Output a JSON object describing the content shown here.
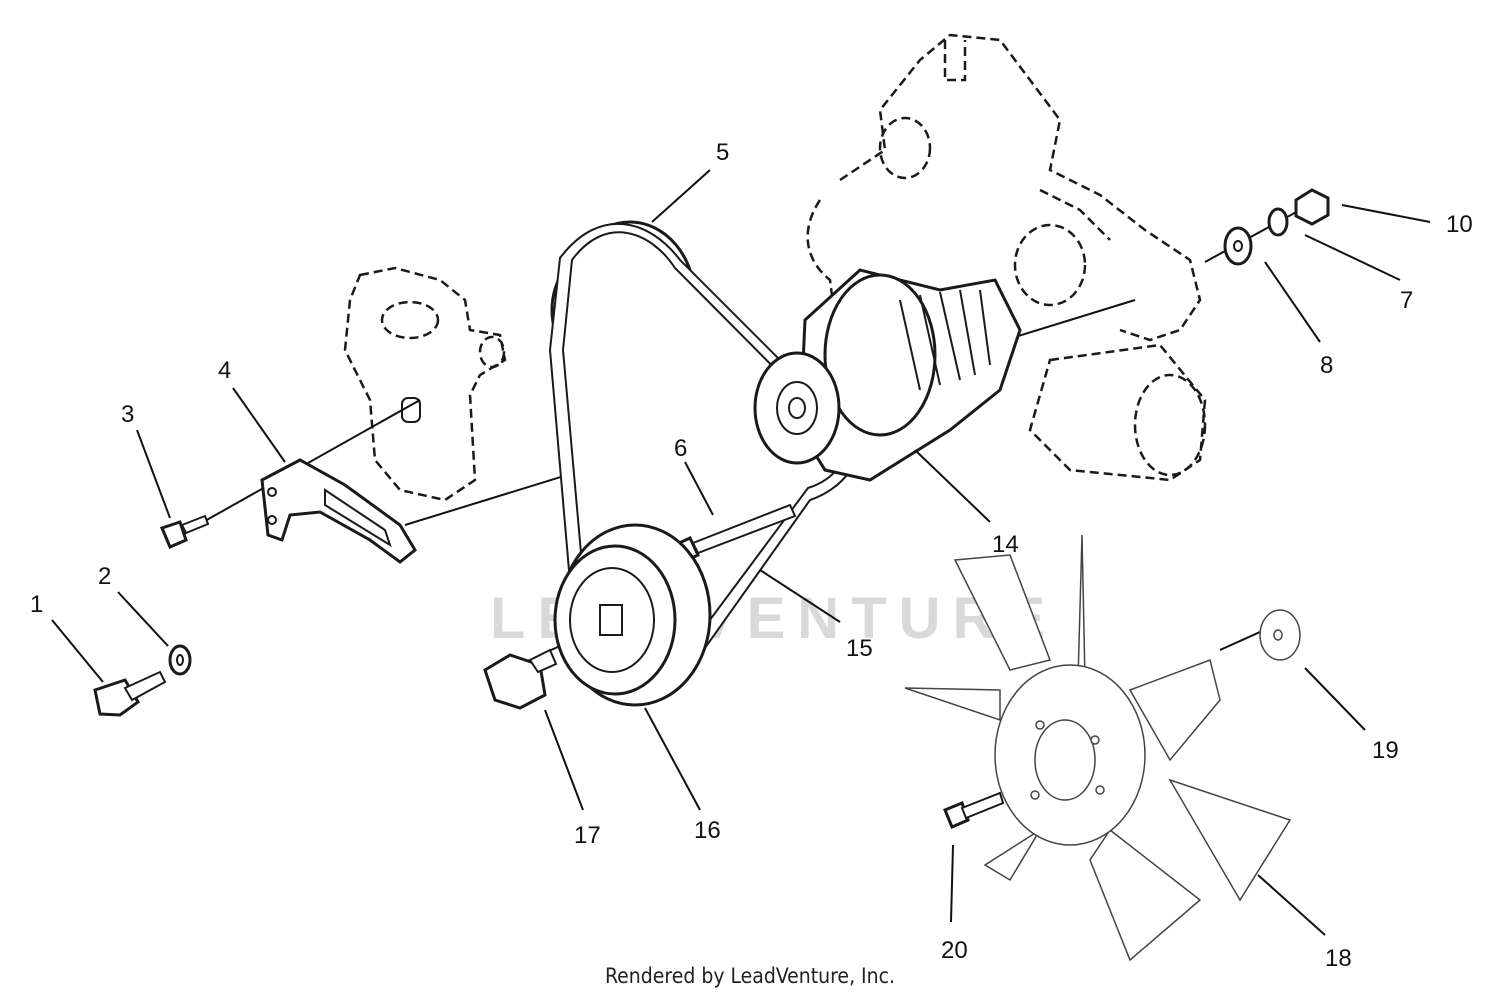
{
  "watermark": {
    "text": "LEADVENTURE",
    "mark_color": "#e6e6e6",
    "text_color": "#d9d9d9"
  },
  "callouts": [
    {
      "id": "1",
      "label": "1"
    },
    {
      "id": "2",
      "label": "2"
    },
    {
      "id": "3",
      "label": "3"
    },
    {
      "id": "4",
      "label": "4"
    },
    {
      "id": "5",
      "label": "5"
    },
    {
      "id": "6",
      "label": "6"
    },
    {
      "id": "7",
      "label": "7"
    },
    {
      "id": "8",
      "label": "8"
    },
    {
      "id": "10",
      "label": "10"
    },
    {
      "id": "14",
      "label": "14"
    },
    {
      "id": "15",
      "label": "15"
    },
    {
      "id": "16",
      "label": "16"
    },
    {
      "id": "17",
      "label": "17"
    },
    {
      "id": "18",
      "label": "18"
    },
    {
      "id": "19",
      "label": "19"
    },
    {
      "id": "20",
      "label": "20"
    }
  ],
  "footer": {
    "credit": "Rendered by LeadVenture, Inc."
  }
}
